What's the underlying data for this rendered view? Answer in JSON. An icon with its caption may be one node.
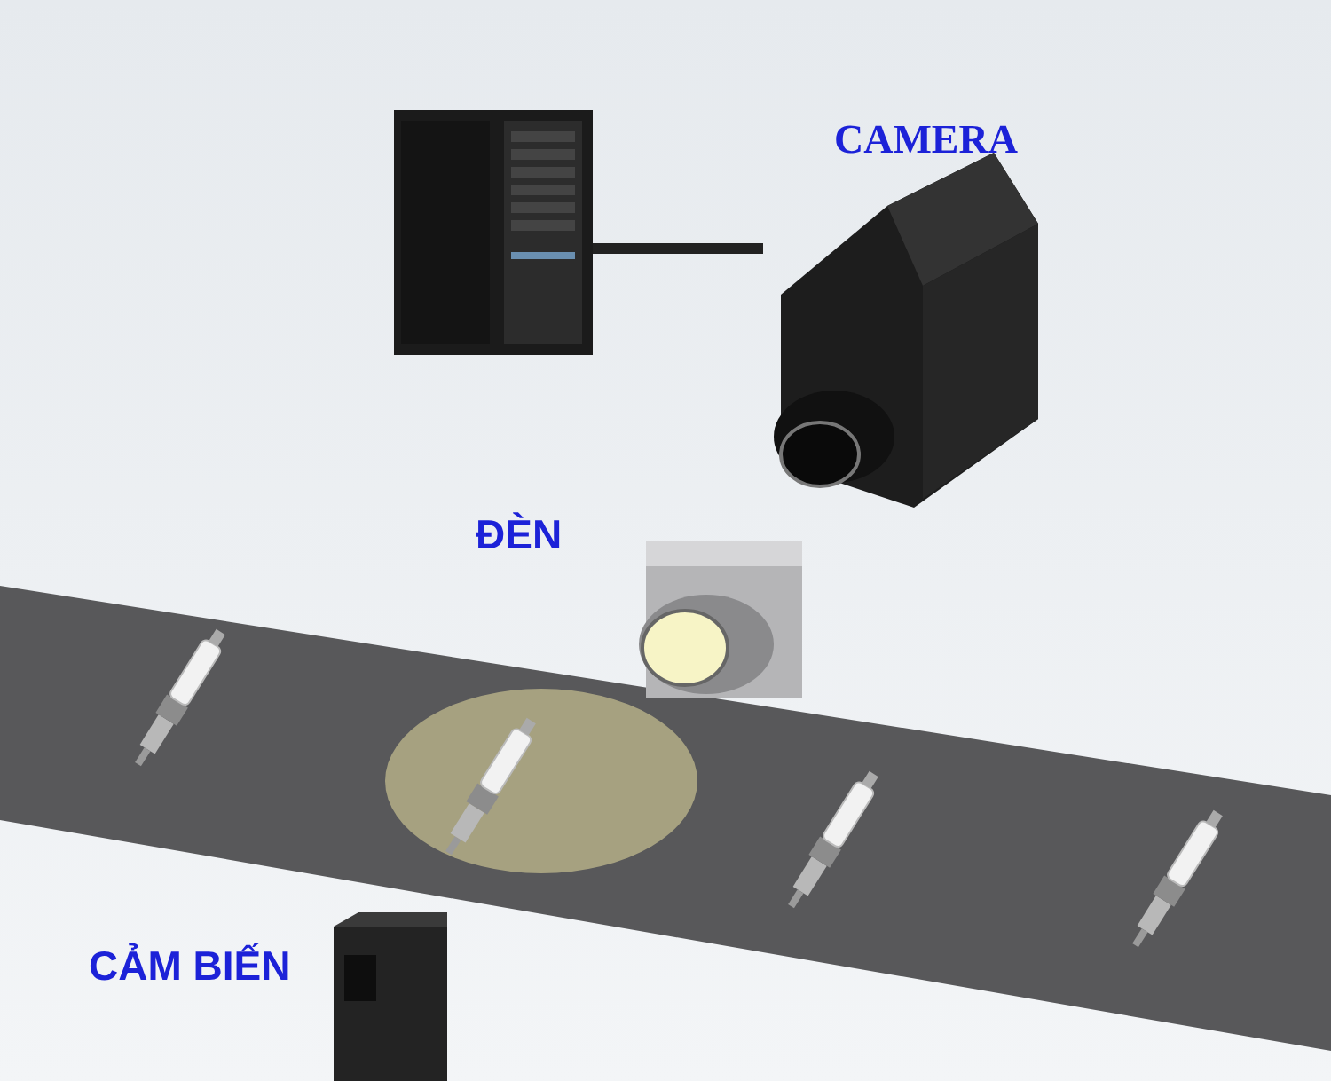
{
  "diagram": {
    "nodes": [
      {
        "text": [],
        "shape": "picture"
      },
      {
        "text": [
          "CAMERA"
        ]
      },
      {
        "text": [
          "ĐÈN"
        ]
      },
      {
        "text": [
          "CẢM BIẾN"
        ]
      }
    ],
    "edges": [
      {
        "from": 0,
        "to": 1,
        "arrow": "none"
      }
    ]
  }
}
